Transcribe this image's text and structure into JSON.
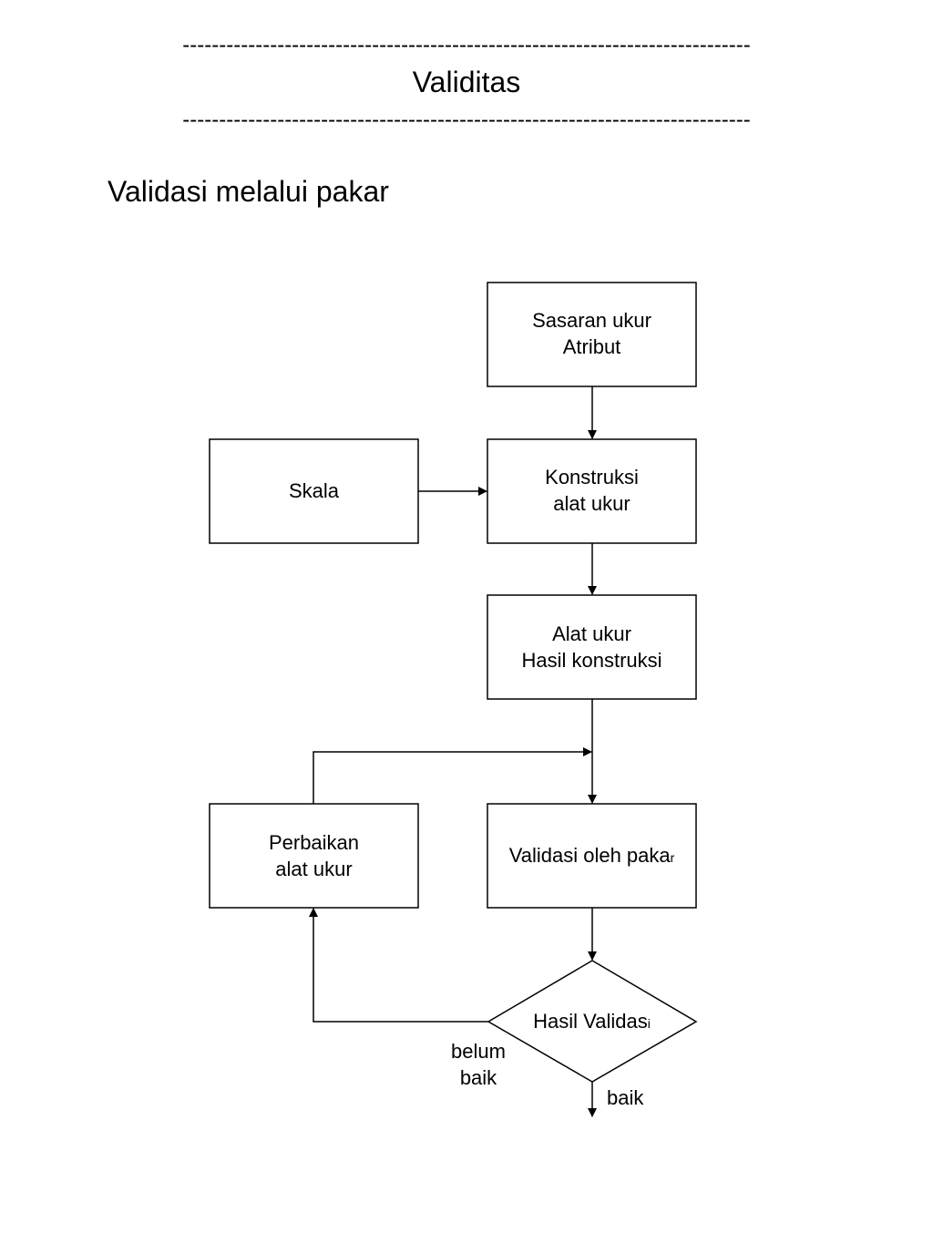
{
  "header": {
    "rule_top": "------------------------------------------------------------------------------",
    "title": "Validitas",
    "rule_bottom": "------------------------------------------------------------------------------"
  },
  "section": {
    "title": "Validasi melalui pakar"
  },
  "flowchart": {
    "nodes": {
      "sasaran": {
        "line1": "Sasaran ukur",
        "line2": "Atribut"
      },
      "skala": {
        "line1": "Skala"
      },
      "konstruksi": {
        "line1": "Konstruksi",
        "line2": "alat ukur"
      },
      "alat_ukur": {
        "line1": "Alat ukur",
        "line2": "Hasil konstruksi"
      },
      "perbaikan": {
        "line1": "Perbaikan",
        "line2": "alat ukur"
      },
      "validasi_pakar": {
        "main": "Validasi oleh paka",
        "tail": "r"
      },
      "hasil_validasi": {
        "main": "Hasil Validas",
        "tail": "i"
      }
    },
    "edge_labels": {
      "belum_baik_1": "belum",
      "belum_baik_2": "baik",
      "baik": "baik"
    }
  }
}
